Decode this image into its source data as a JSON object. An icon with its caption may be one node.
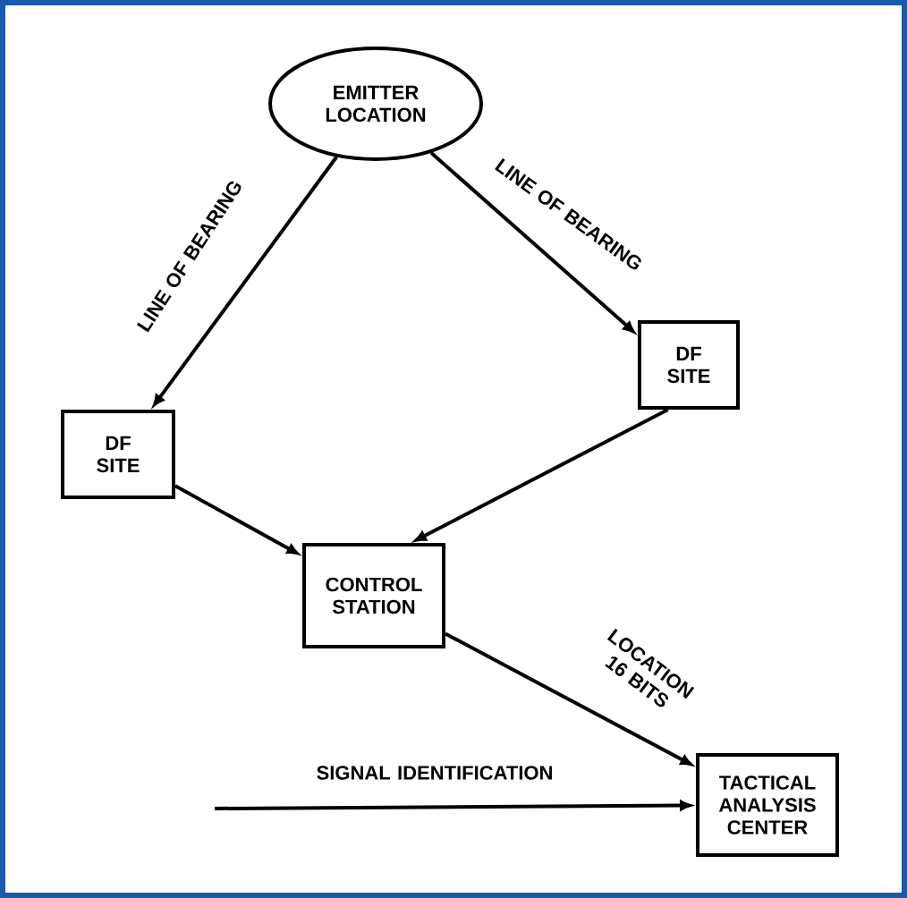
{
  "diagram": {
    "nodes": [
      {
        "text": [
          "EMITTER LOCATION"
        ]
      },
      {
        "text": [
          "DF SITE"
        ]
      },
      {
        "text": [
          "DF SITE"
        ]
      },
      {
        "text": [
          "CONTROL STATION"
        ]
      },
      {
        "text": [
          "TACTICAL ANALYSIS CENTER"
        ]
      }
    ],
    "edges": [
      {
        "from": 0,
        "to": 2,
        "arrow": "to",
        "label": "LINE OF BEARING"
      },
      {
        "from": 0,
        "to": 1,
        "arrow": "to",
        "label": "LINE OF BEARING"
      },
      {
        "from": 2,
        "to": 3,
        "arrow": "to"
      },
      {
        "from": 1,
        "to": 3,
        "arrow": "to"
      },
      {
        "from": 3,
        "to": 4,
        "arrow": "to",
        "label": "LOCATION 16 BITS"
      },
      {
        "from": null,
        "to": 4,
        "arrow": "to",
        "label": "SIGNAL IDENTIFICATION"
      }
    ]
  }
}
